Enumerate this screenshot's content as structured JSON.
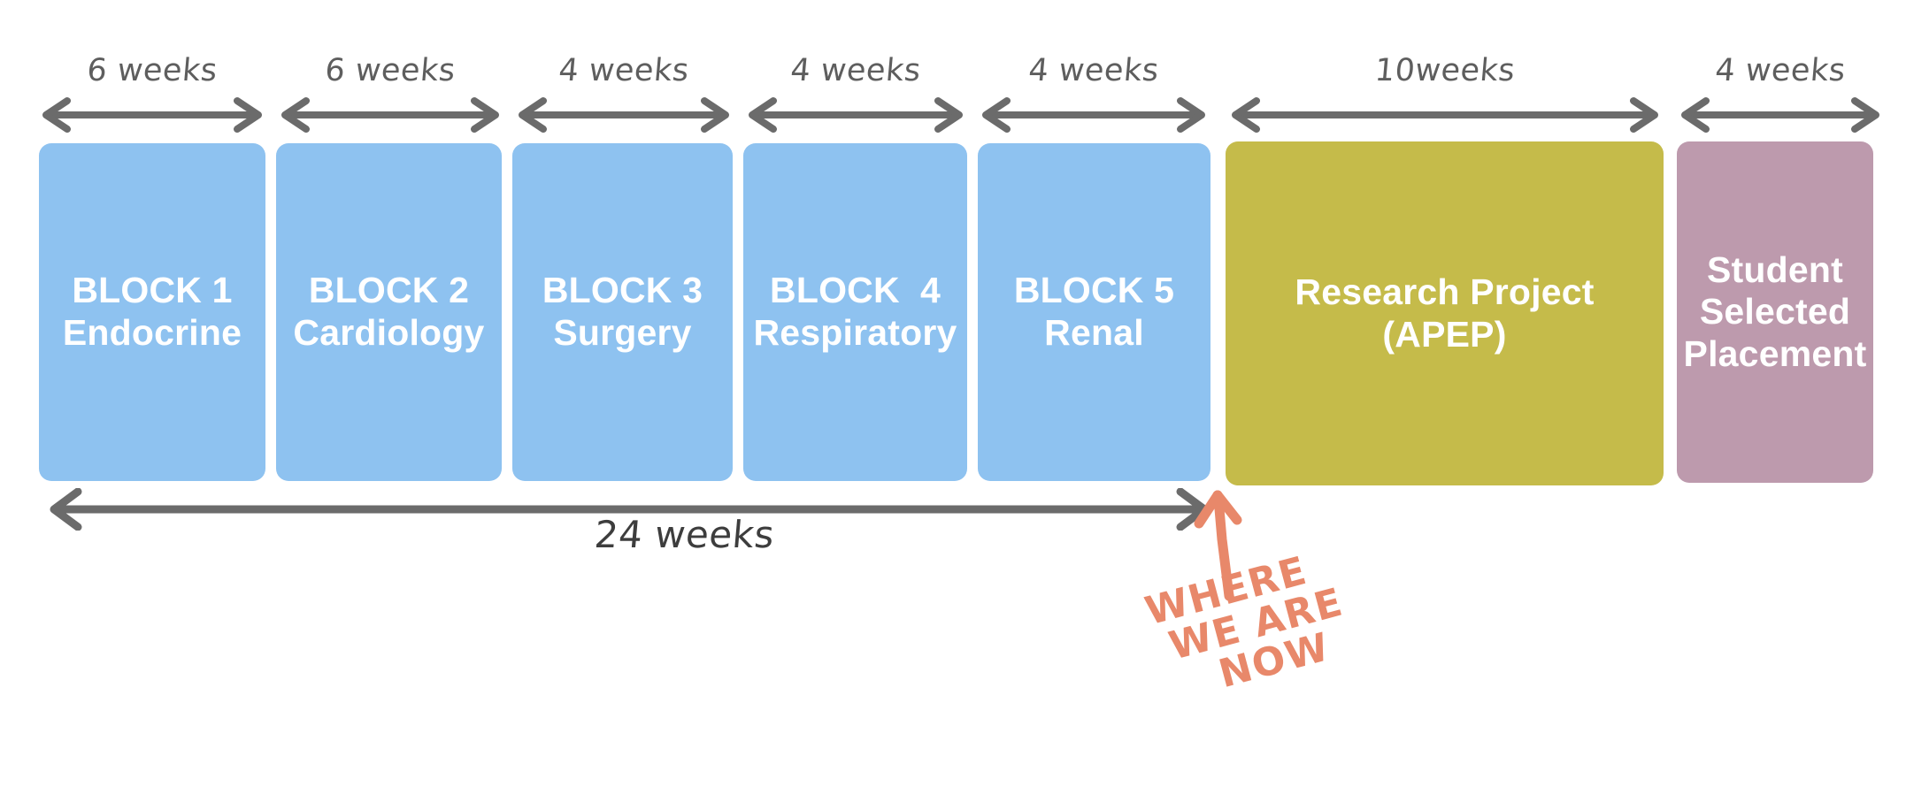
{
  "diagram": {
    "title": "Medical curriculum rotation timeline",
    "colors": {
      "blue": "#8ec2f0",
      "olive": "#c5bb4a",
      "pink": "#bd9aad",
      "arrow_gray": "#6b6b6b",
      "label_gray": "#5e5e5e",
      "total_label": "#3d3d3d",
      "coral": "#e8886a",
      "background": "#ffffff",
      "block_text": "#ffffff"
    },
    "blocks": [
      {
        "id": "block-1",
        "duration_label": "6 weeks",
        "weeks": 6,
        "color_key": "blue",
        "lines": [
          "BLOCK 1",
          "Endocrine"
        ]
      },
      {
        "id": "block-2",
        "duration_label": "6 weeks",
        "weeks": 6,
        "color_key": "blue",
        "lines": [
          "BLOCK 2",
          "Cardiology"
        ]
      },
      {
        "id": "block-3",
        "duration_label": "4 weeks",
        "weeks": 4,
        "color_key": "blue",
        "lines": [
          "BLOCK 3",
          "Surgery"
        ]
      },
      {
        "id": "block-4",
        "duration_label": "4 weeks",
        "weeks": 4,
        "color_key": "blue",
        "lines": [
          "BLOCK  4",
          "Respiratory"
        ]
      },
      {
        "id": "block-5",
        "duration_label": "4 weeks",
        "weeks": 4,
        "color_key": "blue",
        "lines": [
          "BLOCK 5",
          "Renal"
        ]
      },
      {
        "id": "research-project",
        "duration_label": "10weeks",
        "weeks": 10,
        "color_key": "olive",
        "lines": [
          "Research Project",
          "(APEP)"
        ]
      },
      {
        "id": "student-selected-placement",
        "duration_label": "4 weeks",
        "weeks": 4,
        "color_key": "pink",
        "lines": [
          "Student",
          "Selected",
          "Placement"
        ]
      }
    ],
    "total": {
      "label": "24 weeks",
      "weeks": 24,
      "spans_blocks": [
        "block-1",
        "block-2",
        "block-3",
        "block-4",
        "block-5"
      ]
    },
    "callout": {
      "lines": [
        "WHERE",
        "WE ARE",
        "NOW"
      ],
      "color_key": "coral",
      "points_at": "end-of-block-5"
    }
  }
}
